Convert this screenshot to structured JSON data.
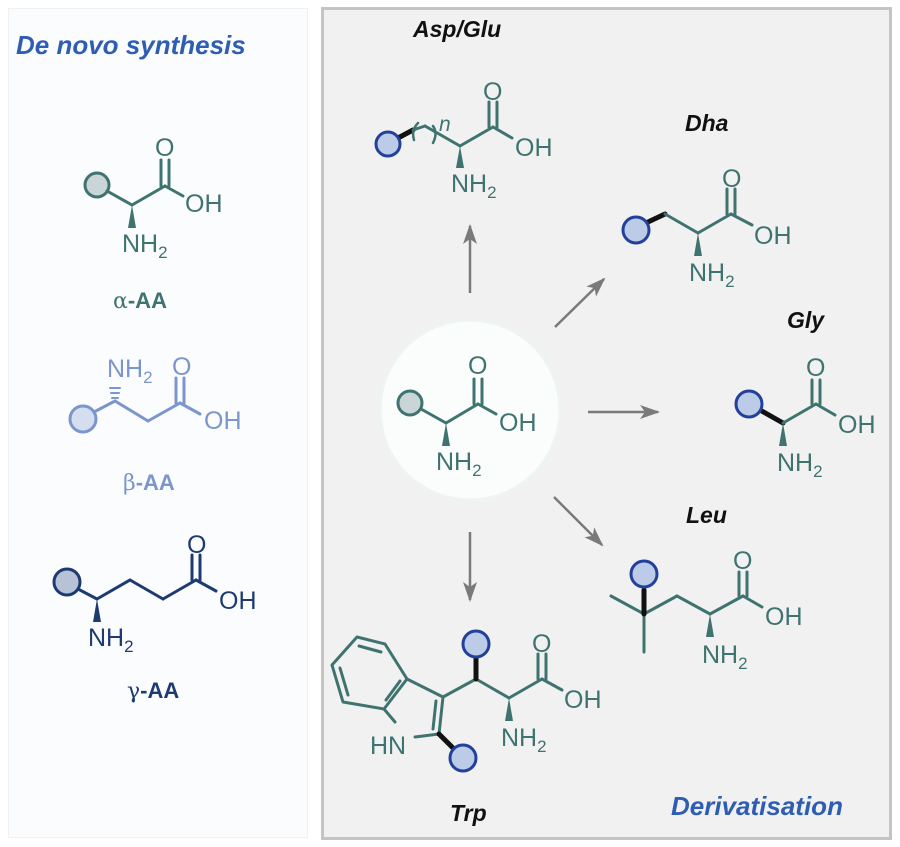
{
  "left_panel": {
    "title": "De novo synthesis",
    "compounds": [
      {
        "greek": "α",
        "suffix": "-AA",
        "color": "#3f7370",
        "node_fill": "#c9d5d6"
      },
      {
        "greek": "β",
        "suffix": "-AA",
        "color": "#7b96cc",
        "node_fill": "#d5deef"
      },
      {
        "greek": "γ",
        "suffix": "-AA",
        "color": "#1e3a72",
        "node_fill": "#b7c2d6"
      }
    ]
  },
  "right_panel": {
    "title": "Derivatisation",
    "center_compound": "α-amino acid",
    "products": [
      {
        "label": "Asp/Glu",
        "repeat_index": "n"
      },
      {
        "label": "Dha"
      },
      {
        "label": "Gly"
      },
      {
        "label": "Leu"
      },
      {
        "label": "Trp"
      }
    ]
  },
  "atoms": {
    "O": "O",
    "OH": "OH",
    "NH": "NH",
    "sub2": "2",
    "HN": "HN"
  },
  "colors": {
    "teal": "#3f7370",
    "blue_title": "#2e5eb3",
    "node_blue_fill": "#bccbe8",
    "node_blue_stroke": "#23409a",
    "arrow_gray": "#7a7a7a"
  }
}
